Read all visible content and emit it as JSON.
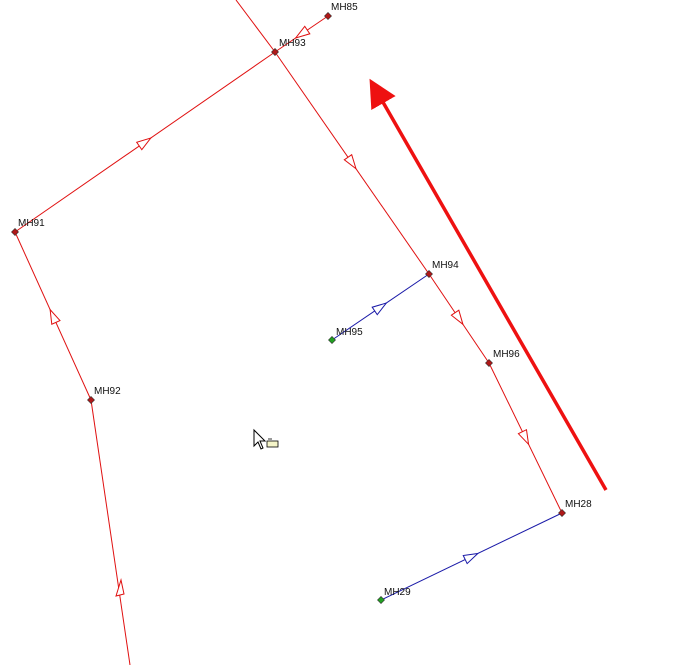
{
  "nodes": [
    {
      "id": "MH85",
      "label": "MH85",
      "status": "red"
    },
    {
      "id": "MH93",
      "label": "MH93",
      "status": "red"
    },
    {
      "id": "MH91",
      "label": "MH91",
      "status": "red"
    },
    {
      "id": "MH92",
      "label": "MH92",
      "status": "red"
    },
    {
      "id": "MH94",
      "label": "MH94",
      "status": "red"
    },
    {
      "id": "MH95",
      "label": "MH95",
      "status": "green"
    },
    {
      "id": "MH96",
      "label": "MH96",
      "status": "red"
    },
    {
      "id": "MH28",
      "label": "MH28",
      "status": "red"
    },
    {
      "id": "MH29",
      "label": "MH29",
      "status": "green"
    }
  ],
  "pipes": [
    {
      "from": "MH85",
      "to": "MH93",
      "color": "red"
    },
    {
      "from": "MH91",
      "to": "MH93",
      "color": "red"
    },
    {
      "from": "MH92",
      "to": "MH91",
      "color": "red"
    },
    {
      "from": "MH93",
      "to": "MH94",
      "color": "red"
    },
    {
      "from": "MH94",
      "to": "MH96",
      "color": "red"
    },
    {
      "from": "MH96",
      "to": "MH28",
      "color": "red"
    },
    {
      "from": "MH95",
      "to": "MH94",
      "color": "blue"
    },
    {
      "from": "MH29",
      "to": "MH28",
      "color": "blue"
    }
  ],
  "colors": {
    "red_pipe": "#e01010",
    "blue_pipe": "#1a1aa8",
    "node_red": "#b01818",
    "node_green": "#22a022",
    "annotation_arrow": "#ee1111"
  },
  "cursor": {
    "icon": "pointer-with-add-icon"
  }
}
